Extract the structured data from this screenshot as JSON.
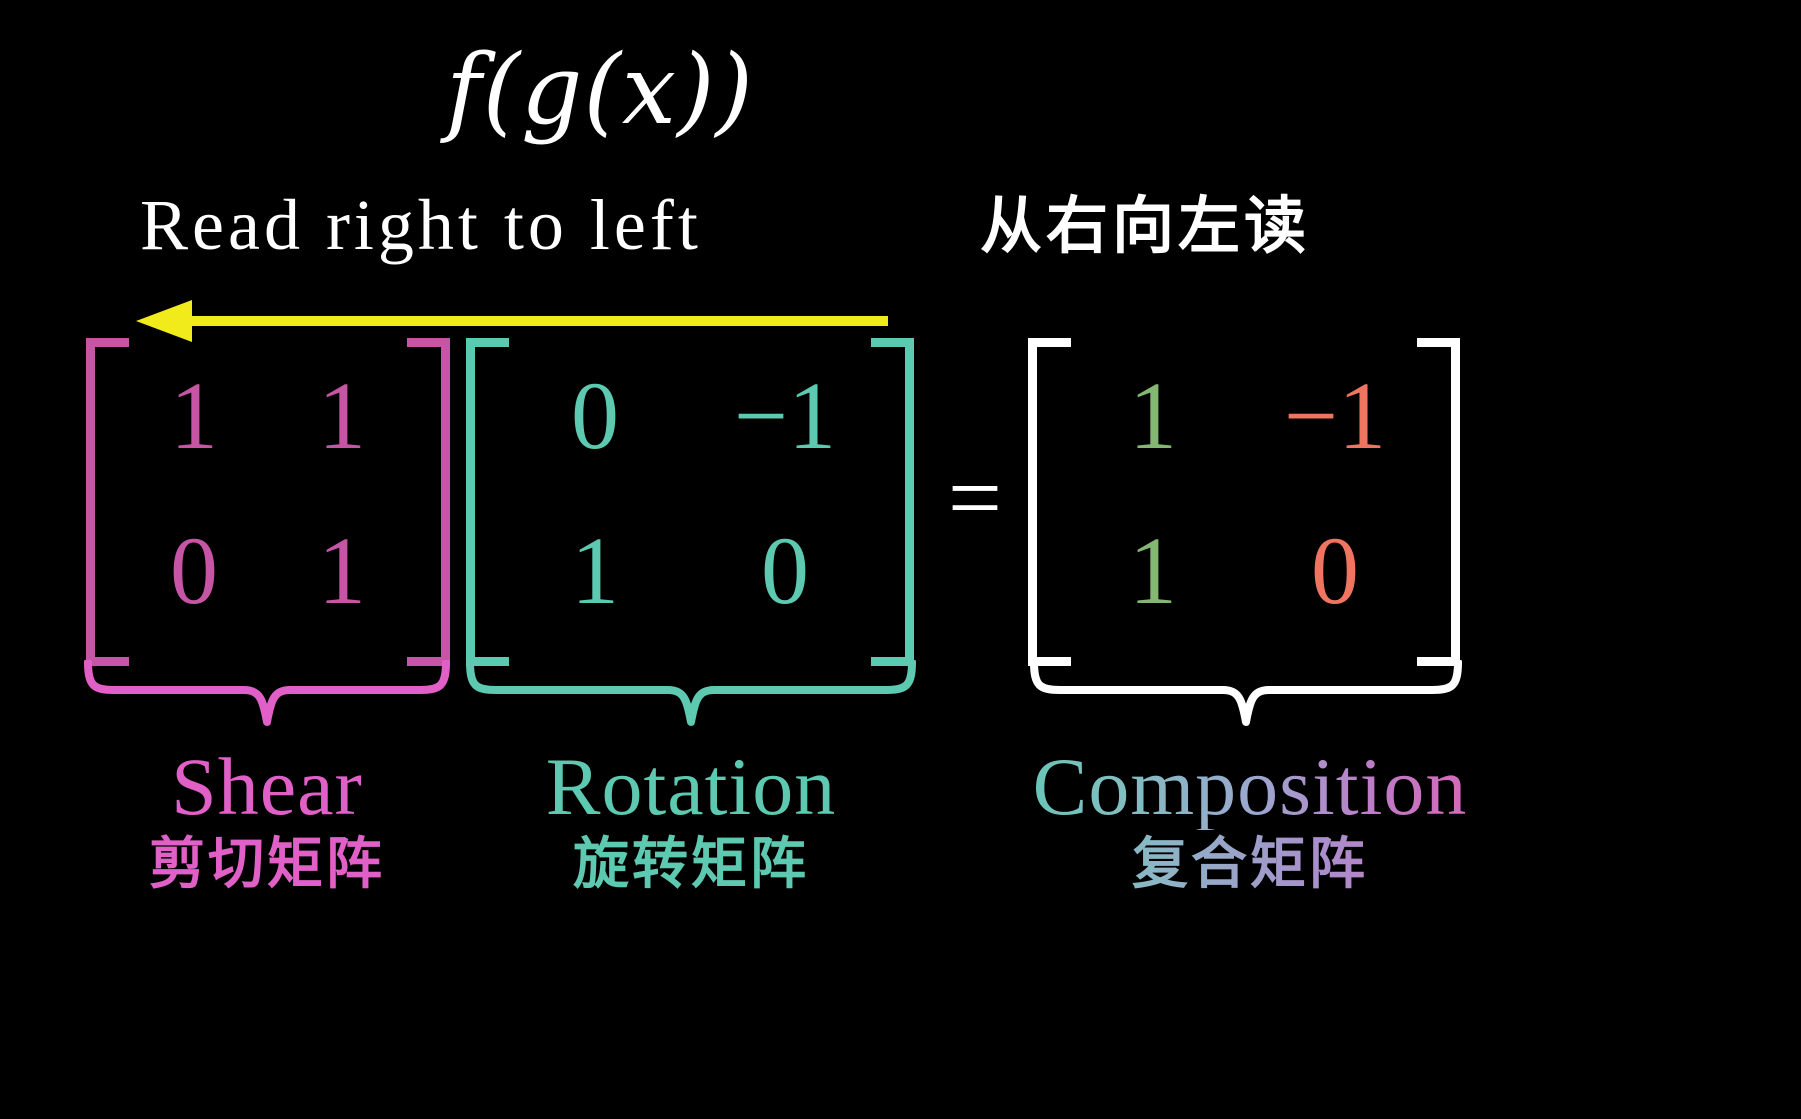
{
  "theme": {
    "background": "#000000",
    "pink": "#C755A6",
    "pink_label": "#E060C8",
    "teal": "#5CC9B0",
    "green": "#83B772",
    "coral": "#F07560",
    "white": "#FFFFFF",
    "yellow": "#F2EB1C"
  },
  "formula": {
    "outer_fn": "f",
    "inner_fn": "g",
    "variable": "x",
    "display": "f(g(x))"
  },
  "instruction": {
    "english": "Read right to left",
    "chinese": "从右向左读"
  },
  "arrow": {
    "direction": "left",
    "color": "#F2EB1C"
  },
  "equals_sign": "=",
  "matrices": [
    {
      "id": "shear",
      "bracket_color": "#C755A6",
      "rows": [
        [
          "1",
          "1"
        ],
        [
          "0",
          "1"
        ]
      ],
      "cell_colors": [
        [
          "#C755A6",
          "#C755A6"
        ],
        [
          "#C755A6",
          "#C755A6"
        ]
      ],
      "brace_color": "#E060C8",
      "label_en": "Shear",
      "label_zh": "剪切矩阵"
    },
    {
      "id": "rotation",
      "bracket_color": "#5CC9B0",
      "rows": [
        [
          "0",
          "−1"
        ],
        [
          "1",
          "0"
        ]
      ],
      "cell_colors": [
        [
          "#5CC9B0",
          "#5CC9B0"
        ],
        [
          "#5CC9B0",
          "#5CC9B0"
        ]
      ],
      "brace_color": "#5CC9B0",
      "label_en": "Rotation",
      "label_zh": "旋转矩阵"
    },
    {
      "id": "result",
      "bracket_color": "#FFFFFF",
      "rows": [
        [
          "1",
          "−1"
        ],
        [
          "1",
          "0"
        ]
      ],
      "cell_colors": [
        [
          "#83B772",
          "#F07560"
        ],
        [
          "#83B772",
          "#F07560"
        ]
      ],
      "brace_color": "#FFFFFF",
      "label_en": "Composition",
      "label_zh": "复合矩阵"
    }
  ]
}
